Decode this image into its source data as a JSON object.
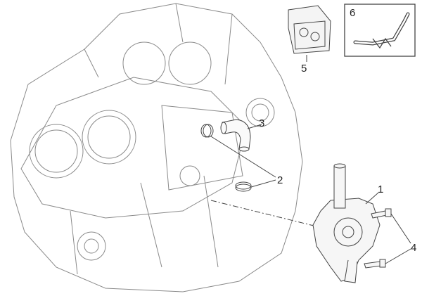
{
  "diagram": {
    "callouts": [
      {
        "id": "1",
        "label": "1"
      },
      {
        "id": "2",
        "label": "2"
      },
      {
        "id": "3",
        "label": "3"
      },
      {
        "id": "4",
        "label": "4"
      },
      {
        "id": "5",
        "label": "5"
      },
      {
        "id": "6",
        "label": "6"
      }
    ],
    "colors": {
      "line": "#444444",
      "engine": "#8a8a8a",
      "background": "#ffffff"
    }
  }
}
